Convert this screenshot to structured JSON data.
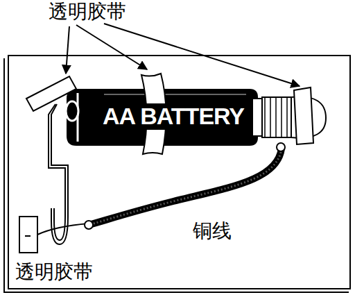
{
  "diagram": {
    "labels": [
      "透明胶带",
      "AA BATTERY",
      "铜线",
      "透明胶带"
    ]
  }
}
